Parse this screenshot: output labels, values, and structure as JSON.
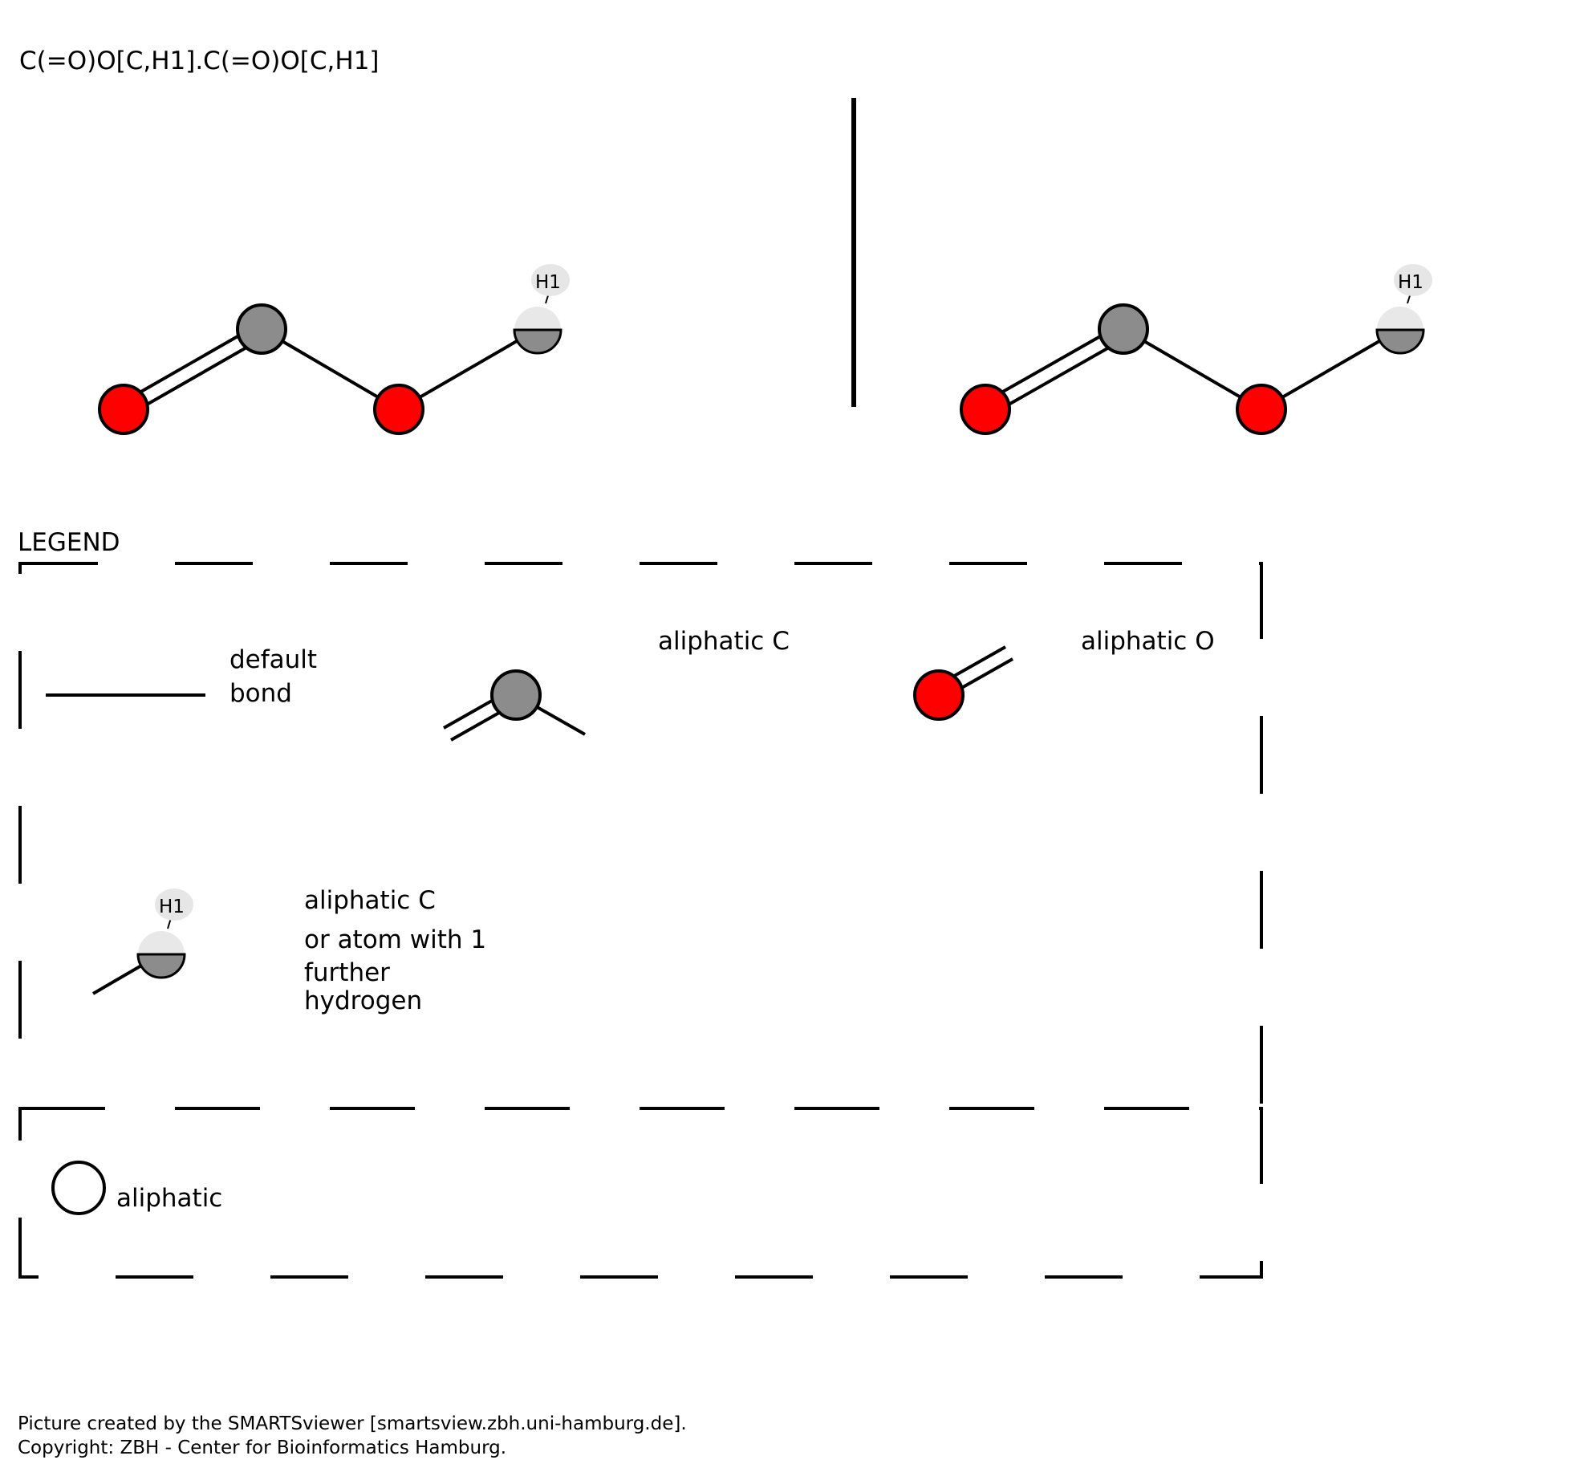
{
  "smarts": "C(=O)O[C,H1].C(=O)O[C,H1]",
  "colors": {
    "carbon": "#8c8c8c",
    "oxygen": "#ff0000",
    "hydrogen_badge": "#e6e6e6",
    "hydrogen_half": "#e8e8e8",
    "stroke": "#000000"
  },
  "molecules": [
    {
      "id": "fragment-1",
      "atoms": [
        "O",
        "C",
        "O",
        "[C,H1]"
      ],
      "h_label": "H1"
    },
    {
      "id": "fragment-2",
      "atoms": [
        "O",
        "C",
        "O",
        "[C,H1]"
      ],
      "h_label": "H1"
    }
  ],
  "legend": {
    "title": "LEGEND",
    "default_bond": [
      "default",
      "bond"
    ],
    "aliphatic_c": "aliphatic C",
    "aliphatic_o": "aliphatic O",
    "h_label": "H1",
    "c_or_h1": [
      "aliphatic C",
      "or atom with 1",
      "further",
      "hydrogen"
    ],
    "aliphatic": "aliphatic"
  },
  "footer": {
    "line1": "Picture created by the SMARTSviewer [smartsview.zbh.uni-hamburg.de].",
    "line2": "Copyright: ZBH - Center for Bioinformatics Hamburg."
  }
}
